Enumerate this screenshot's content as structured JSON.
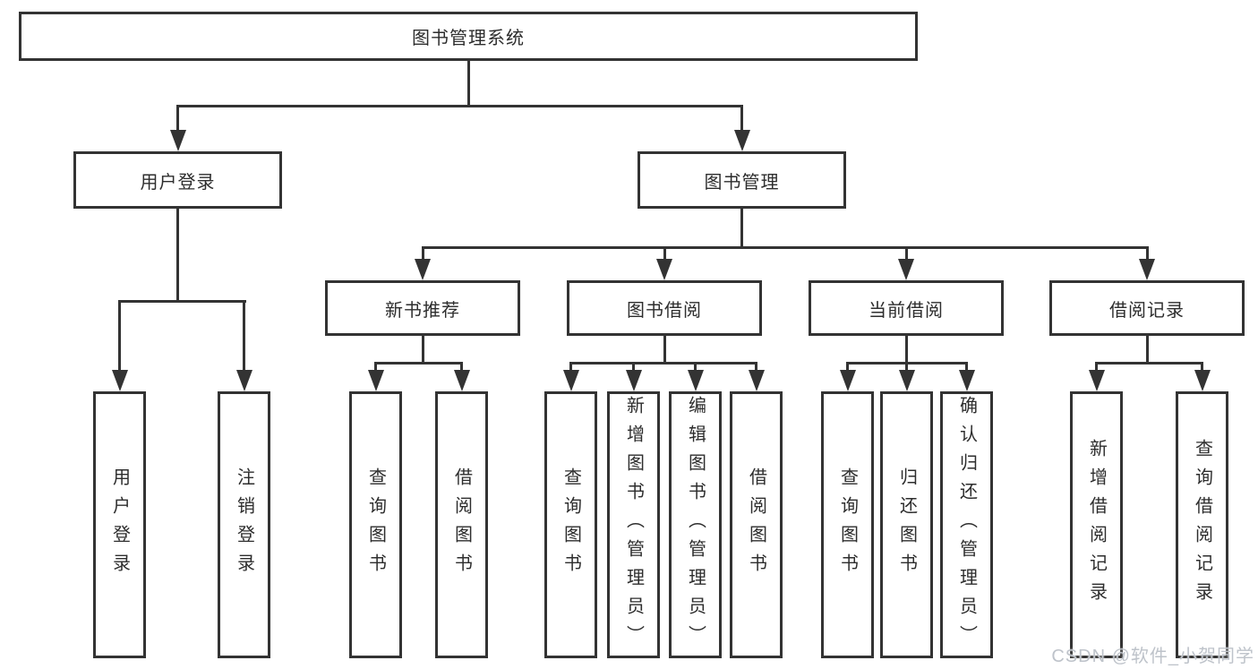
{
  "root": {
    "label": "图书管理系统"
  },
  "level2": {
    "user_login": {
      "label": "用户登录"
    },
    "book_management": {
      "label": "图书管理"
    }
  },
  "level3": {
    "new_book_recommend": {
      "label": "新书推荐"
    },
    "book_borrow": {
      "label": "图书借阅"
    },
    "current_borrow": {
      "label": "当前借阅"
    },
    "borrow_records": {
      "label": "借阅记录"
    }
  },
  "leaves": {
    "user_login": "用户登录",
    "logout": "注销登录",
    "rec_query_books": "查询图书",
    "rec_borrow_books": "借阅图书",
    "bb_query_books": "查询图书",
    "bb_add_book_admin": "新增图书（管理员）",
    "bb_edit_book_admin": "编辑图书（管理员）",
    "bb_borrow_books": "借阅图书",
    "cb_query_books": "查询图书",
    "cb_return_books": "归还图书",
    "cb_confirm_return_admin": "确认归还（管理员）",
    "br_add_record": "新增借阅记录",
    "br_query_record": "查询借阅记录"
  },
  "watermark": "CSDN @软件_小贺同学",
  "colors": {
    "line": "#333333",
    "text": "#2d2d2d",
    "watermark": "#bec3ca",
    "bg": "#ffffff"
  }
}
